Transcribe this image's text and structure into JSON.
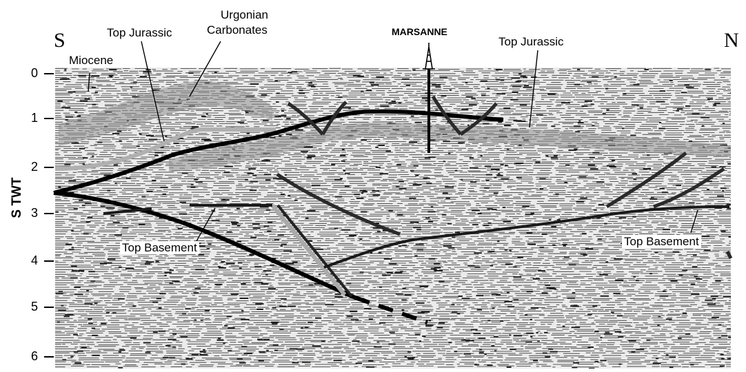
{
  "directions": {
    "left": "S",
    "right": "N"
  },
  "well": {
    "name": "MARSANNE"
  },
  "axis": {
    "title": "S TWT",
    "ticks": [
      "0",
      "1",
      "2",
      "3",
      "4",
      "5",
      "6"
    ]
  },
  "labels": {
    "miocene": "Miocene",
    "top_jurassic_left": "Top Jurassic",
    "urgonian_line1": "Urgonian",
    "urgonian_line2": "Carbonates",
    "top_jurassic_right": "Top Jurassic",
    "top_basement_left": "Top Basement",
    "top_basement_right": "Top Basement"
  },
  "colors": {
    "interpretation": "#000000",
    "horizon_grey": "#aaaaaa",
    "carbonate_band": "#9a9a9a"
  }
}
